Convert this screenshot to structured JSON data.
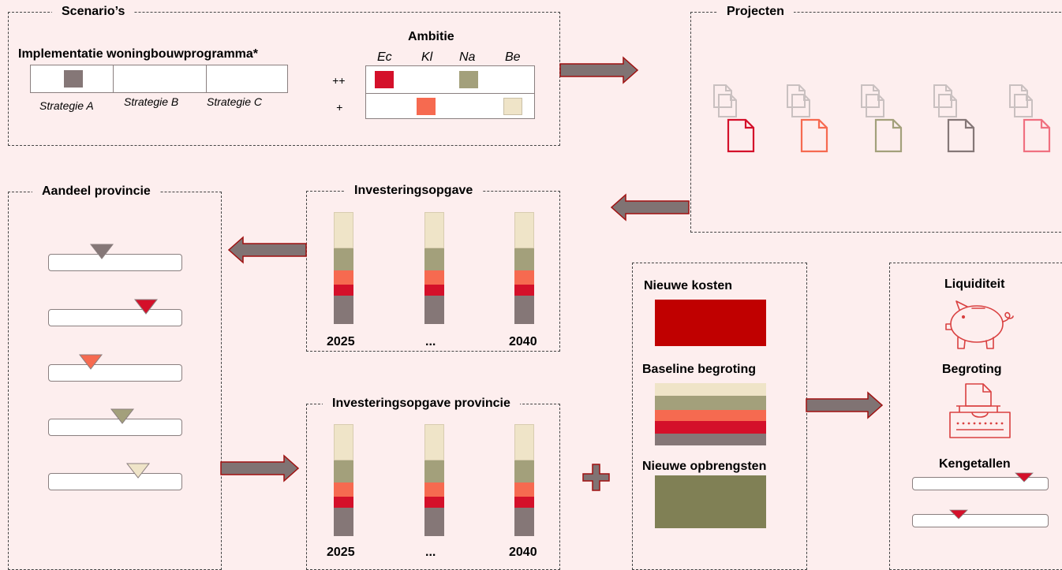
{
  "colors": {
    "grey": "#857777",
    "olive": "#a3a07b",
    "beige": "#efe4c8",
    "crimson": "#d4102a",
    "coral": "#f66a50",
    "dark_red": "#c00000",
    "dark_olive": "#808055",
    "arrow_fill": "#807373",
    "arrow_stroke": "#a01010"
  },
  "scenarios": {
    "title": "Scenario’s",
    "implementation_label": "Implementatie woningbouwprogramma*",
    "strategies": [
      "Strategie A",
      "Strategie B",
      "Strategie C"
    ],
    "ambitie": {
      "title": "Ambitie",
      "columns": [
        "Ec",
        "Kl",
        "Na",
        "Be"
      ],
      "rows": [
        "++",
        "+"
      ]
    }
  },
  "projecten": {
    "title": "Projecten",
    "document_icons": [
      "document-crimson-icon",
      "document-coral-icon",
      "document-olive-icon",
      "document-grey-icon",
      "document-pink-icon"
    ]
  },
  "aandeel": {
    "title": "Aandeel provincie",
    "sliders": [
      {
        "marker_color": "grey",
        "level": 0.4
      },
      {
        "marker_color": "crimson",
        "level": 0.73
      },
      {
        "marker_color": "coral",
        "level": 0.32
      },
      {
        "marker_color": "olive",
        "level": 0.55
      },
      {
        "marker_color": "beige",
        "level": 0.67
      }
    ]
  },
  "investeringsopgave": {
    "title": "Investeringsopgave",
    "labels": [
      "2025",
      "...",
      "2040"
    ]
  },
  "investeringsopgave_provincie": {
    "title": "Investeringsopgave provincie",
    "labels": [
      "2025",
      "...",
      "2040"
    ]
  },
  "kosten": {
    "nieuwe_kosten": "Nieuwe kosten",
    "baseline_begroting": "Baseline begroting",
    "nieuwe_opbrengsten": "Nieuwe opbrengsten"
  },
  "output": {
    "liquiditeit": "Liquiditeit",
    "begroting": "Begroting",
    "kengetallen": "Kengetallen",
    "kengetallen_levels": [
      0.82,
      0.34
    ]
  }
}
